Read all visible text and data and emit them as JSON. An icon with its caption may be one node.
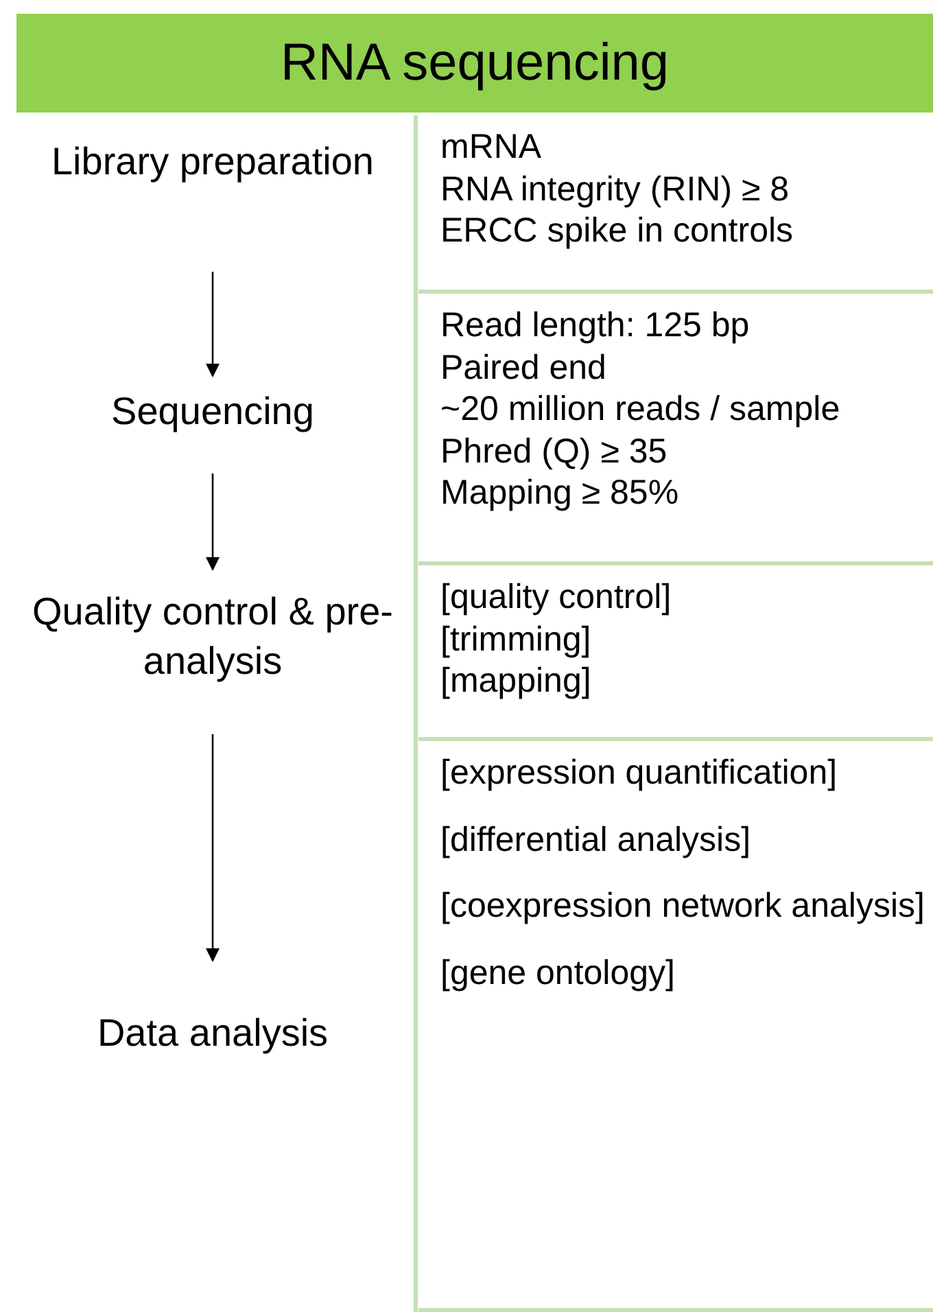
{
  "diagram": {
    "title": "RNA sequencing",
    "nodes": [
      {
        "text": [
          "Library preparation"
        ]
      },
      {
        "text": [
          "Sequencing"
        ]
      },
      {
        "text": [
          "Quality control & pre-analysis"
        ]
      },
      {
        "text": [
          "Data analysis"
        ]
      },
      {
        "text": [
          "mRNA",
          "RNA integrity (RIN) ≥ 8",
          "ERCC spike in controls"
        ]
      },
      {
        "text": [
          "Read length: 125 bp",
          "Paired end",
          "~20 million reads / sample",
          "Phred (Q) ≥ 35",
          "Mapping ≥ 85%"
        ]
      },
      {
        "text": [
          "[quality control]",
          "[trimming]",
          "[mapping]"
        ]
      },
      {
        "text": [
          "[expression quantification]",
          "[differential analysis]",
          "[coexpression network analysis]",
          "[gene ontology]"
        ]
      }
    ],
    "edges": [
      {
        "from": 0,
        "to": 1,
        "arrow": "to"
      },
      {
        "from": 1,
        "to": 2,
        "arrow": "to"
      },
      {
        "from": 2,
        "to": 3,
        "arrow": "to"
      }
    ]
  }
}
